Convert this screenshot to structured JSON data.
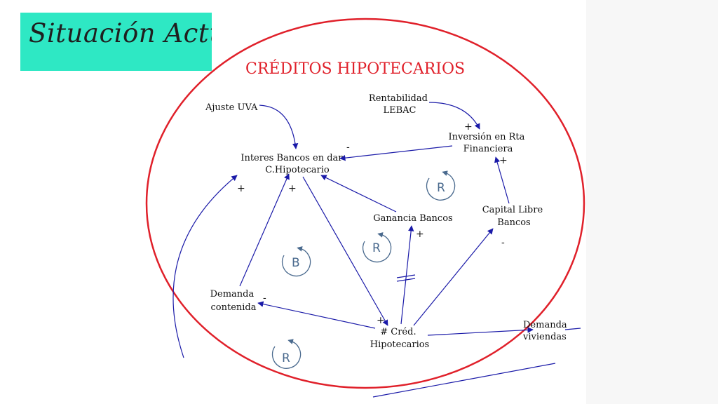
{
  "slide_title": "Situación Actual",
  "colors": {
    "title_background": "#2ee8c4",
    "ellipse": "#e0202a",
    "diagram_title": "#e0202a",
    "arrow": "#1a1aa8",
    "loop_symbol": "#4a6a8e"
  },
  "diagram": {
    "title": "CRÉDITOS HIPOTECARIOS",
    "nodes": {
      "ajuste_uva": {
        "lines": [
          "Ajuste UVA"
        ]
      },
      "rentabilidad_lebac": {
        "lines": [
          "Rentabilidad",
          "LEBAC"
        ]
      },
      "inversion_rta_financiera": {
        "lines": [
          "Inversión en Rta",
          "Financiera"
        ]
      },
      "interes_bancos": {
        "lines": [
          "Interes Bancos en dar",
          "C.Hipotecario"
        ]
      },
      "ganancia_bancos": {
        "lines": [
          "Ganancia Bancos"
        ]
      },
      "capital_libre_bancos": {
        "lines": [
          "Capital Libre",
          "Bancos"
        ]
      },
      "demanda_contenida": {
        "lines": [
          "Demanda",
          "contenida"
        ]
      },
      "cred_hipotecarios": {
        "lines": [
          "# Créd.",
          "Hipotecarios"
        ]
      },
      "demanda_viviendas": {
        "lines": [
          "Demanda",
          "viviendas"
        ]
      }
    },
    "polarity_signs": {
      "rentabilidad_to_inversion": "+",
      "inversion_to_interes": "-",
      "capital_to_inversion": "+",
      "creditos_to_interes": "+",
      "demanda_to_interes": "+",
      "creditos_to_ganancia": "+",
      "creditos_to_capital": "-",
      "creditos_to_demanda": "-",
      "interes_to_creditos": "+"
    },
    "loops": {
      "upper_right": "R",
      "middle_left": "B",
      "middle": "R",
      "bottom": "R"
    }
  }
}
